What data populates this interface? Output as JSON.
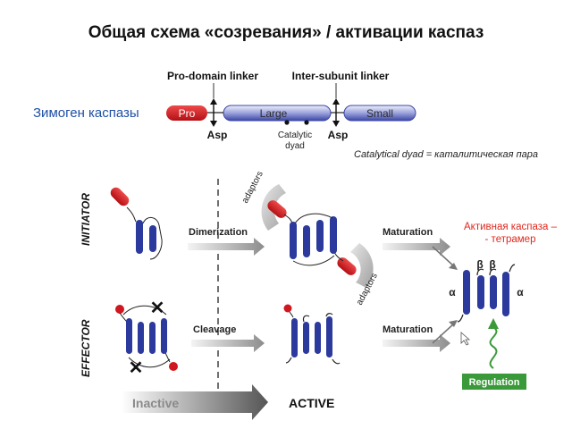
{
  "title": "Общая схема «созревания» / активации каспаз",
  "zymogen_label": "Зимоген каспазы",
  "domain_bar": {
    "pro": "Pro",
    "large": "Large",
    "small": "Small",
    "pro_linker": "Pro-domain linker",
    "inter_linker": "Inter-subunit linker",
    "asp": "Asp",
    "catalytic": "Catalytic",
    "dyad": "dyad"
  },
  "dyad_note": "Catalytical dyad = каталитическая пара",
  "active_note_line1": "Активная каспаза –",
  "active_note_line2": "- тетрамер",
  "pathway": {
    "initiator": "INITIATOR",
    "effector": "EFFECTOR",
    "dimerization": "Dimerization",
    "cleavage": "Cleavage",
    "maturation": "Maturation",
    "adaptors": "adaptors",
    "inactive": "Inactive",
    "active": "ACTIVE",
    "regulation": "Regulation",
    "alpha": "α",
    "beta": "β"
  },
  "colors": {
    "caspase_blue": "#2b3a9c",
    "prodomain_red": "#d0161e",
    "regulation_green": "#3a9a3a",
    "zymogen_text": "#1f4fa6",
    "note_red": "#e0281e"
  }
}
